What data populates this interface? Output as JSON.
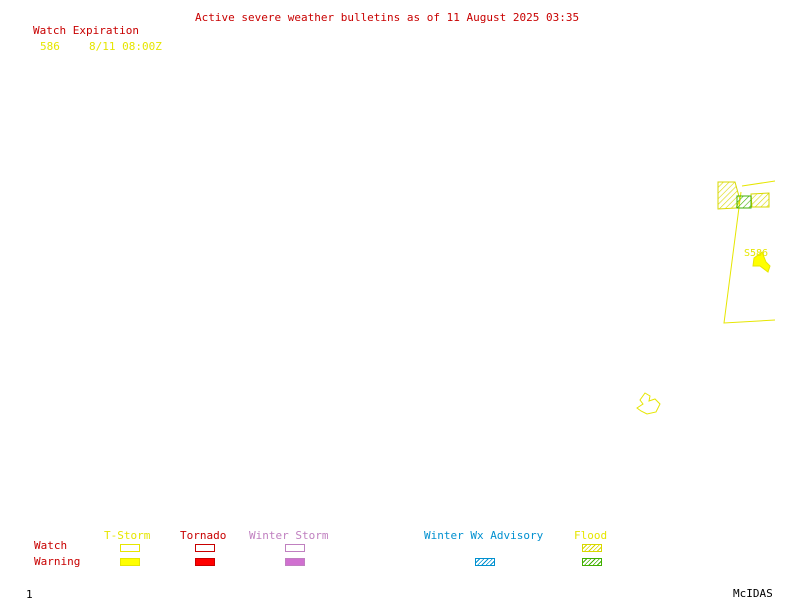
{
  "title": "Active severe weather bulletins as of 11 August 2025 03:35",
  "watch_expiration": {
    "heading": "Watch Expiration",
    "watches": [
      {
        "number": "586",
        "expires": "8/11 08:00Z"
      }
    ]
  },
  "map_labels": {
    "watch_box_label": "S586"
  },
  "legend": {
    "row_labels": {
      "watch": "Watch",
      "warning": "Warning"
    },
    "categories": {
      "tstorm": "T-Storm",
      "tornado": "Tornado",
      "winter_storm": "Winter Storm",
      "winter_wx_advisory": "Winter Wx Advisory",
      "flood": "Flood"
    }
  },
  "colors": {
    "tstorm": "#e6e600",
    "tornado": "#c80000",
    "winter_storm": "#c080c0",
    "winter_wx_advisory": "#0090d0",
    "flood_watch": "#d8d800",
    "flood_warning": "#40b000"
  },
  "footer": {
    "page_number": "1",
    "product": "McIDAS"
  }
}
